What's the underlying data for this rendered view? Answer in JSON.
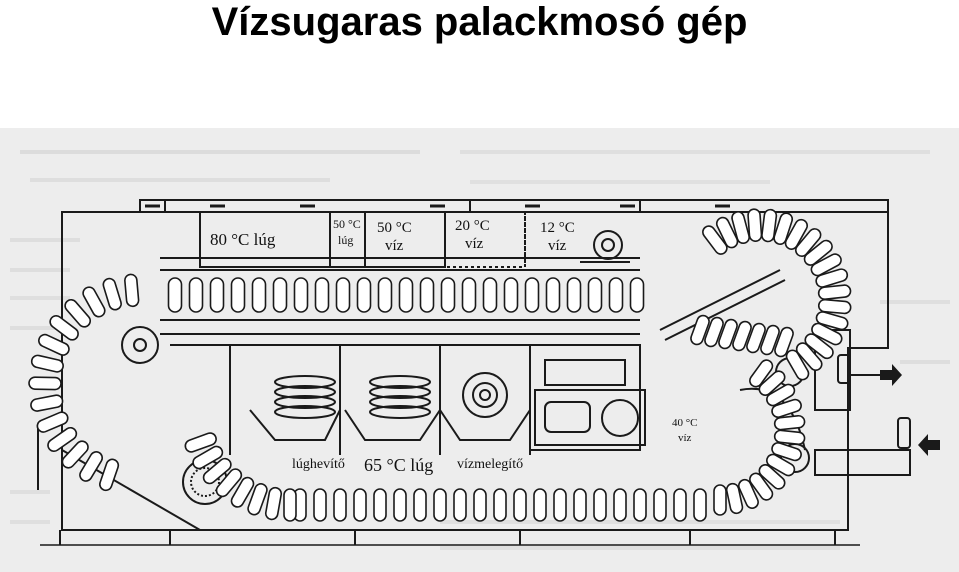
{
  "title": "Vízsugaras palackmosó gép",
  "labels": {
    "tank_80_lug": "80 °C lúg",
    "tank_50_lug_top": "50 °C",
    "tank_50_lug_bottom": "lúg",
    "tank_50_viz_top": "50 °C",
    "tank_50_viz_bottom": "víz",
    "tank_20_viz_top": "20 °C",
    "tank_20_viz_bottom": "víz",
    "tank_12_viz_top": "12 °C",
    "tank_12_viz_bottom": "víz",
    "tank_40_viz_top": "40 °C",
    "tank_40_viz_bottom": "víz",
    "lughevito": "lúghevítő",
    "lug_65": "65 °C lúg",
    "vizmelegito": "vízmelegítő"
  },
  "colors": {
    "background": "#ededed",
    "line": "#1a1a1a",
    "page": "#ffffff"
  }
}
